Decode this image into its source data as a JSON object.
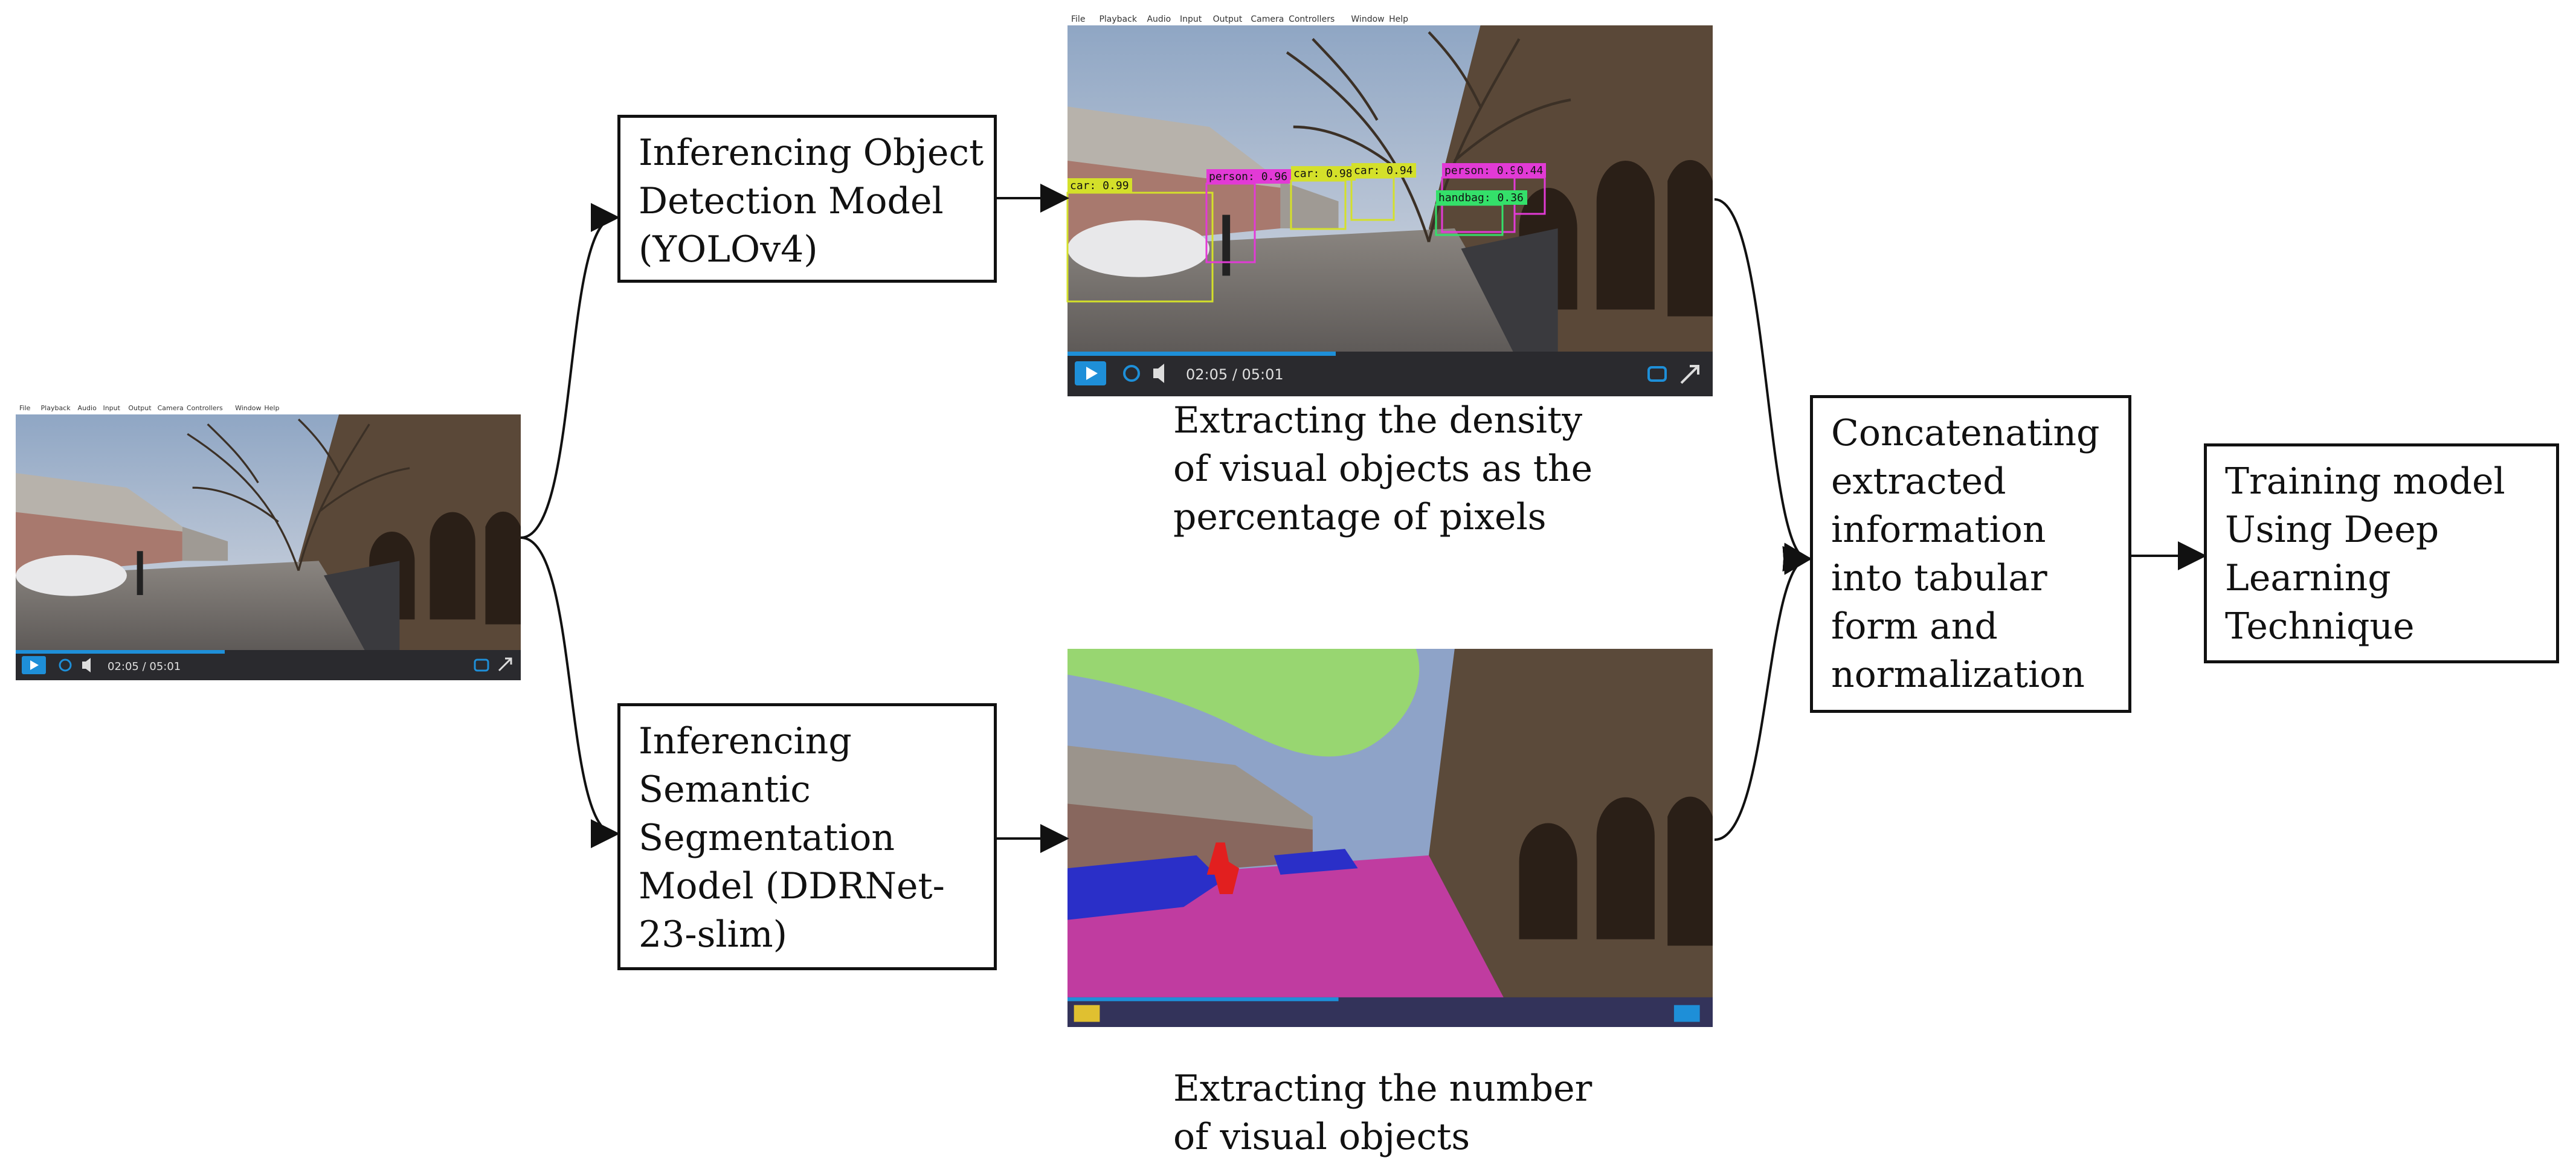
{
  "video_player": {
    "menu": [
      "File",
      "Playback",
      "Audio",
      "Input",
      "Output",
      "Camera",
      "Controllers",
      "Window",
      "Help"
    ],
    "time": "02:05 / 05:01"
  },
  "boxes": {
    "detection": [
      "Inferencing Object",
      "Detection Model",
      "(YOLOv4)"
    ],
    "segmentation": [
      "Inferencing",
      "Semantic",
      "Segmentation",
      "Model (DDRNet-",
      "23-slim)"
    ],
    "concat": [
      "Concatenating",
      "extracted",
      "information",
      "into tabular",
      "form and",
      "normalization"
    ],
    "training": [
      "Training model",
      "Using Deep",
      "Learning",
      "Technique"
    ]
  },
  "captions": {
    "density": [
      "Extracting the density",
      "of visual objects as the",
      "percentage of pixels"
    ],
    "count": [
      "Extracting the number",
      "of visual objects"
    ]
  },
  "detections": [
    {
      "label": "car: 0.99",
      "color": "#d4e02a"
    },
    {
      "label": "person: 0.96",
      "color": "#e23ad6"
    },
    {
      "label": "car: 0.98",
      "color": "#d4e02a"
    },
    {
      "label": "car: 0.94",
      "color": "#d4e02a"
    },
    {
      "label": "person: 0.94",
      "color": "#e23ad6"
    },
    {
      "label": "0.44",
      "color": "#e23ad6"
    },
    {
      "label": "handbag: 0.36",
      "color": "#34e06a"
    }
  ],
  "colors": {
    "player_bar": "#2a2a2e",
    "play_button": "#1e8fd8",
    "progress": "#1e8fd8",
    "seg_road": "#c03ca0",
    "seg_vegetation": "#9adf62",
    "seg_car": "#2a2fc8",
    "seg_person": "#e21f1f"
  }
}
